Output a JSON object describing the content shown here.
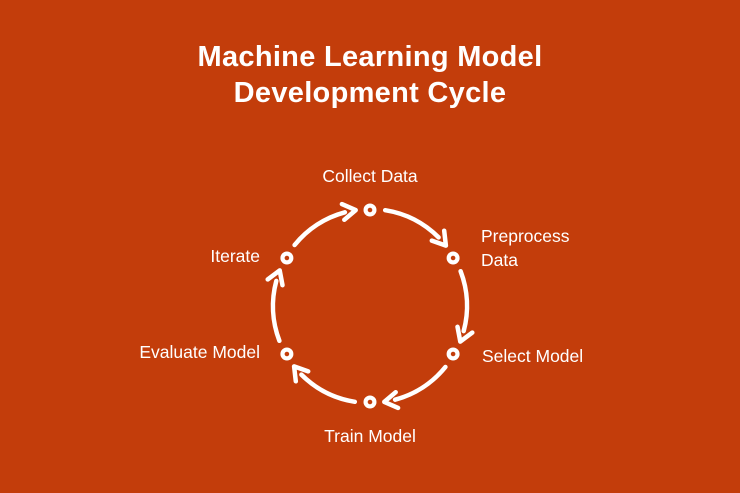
{
  "title": {
    "line1": "Machine Learning Model",
    "line2": "Development Cycle"
  },
  "cycle": {
    "stages": [
      {
        "label": "Collect Data"
      },
      {
        "label": "Preprocess Data"
      },
      {
        "label": "Select Model"
      },
      {
        "label": "Train Model"
      },
      {
        "label": "Evaluate Model"
      },
      {
        "label": "Iterate"
      }
    ],
    "direction": "clockwise"
  },
  "colors": {
    "background": "#C33D0B",
    "foreground": "#FFFFFF"
  }
}
